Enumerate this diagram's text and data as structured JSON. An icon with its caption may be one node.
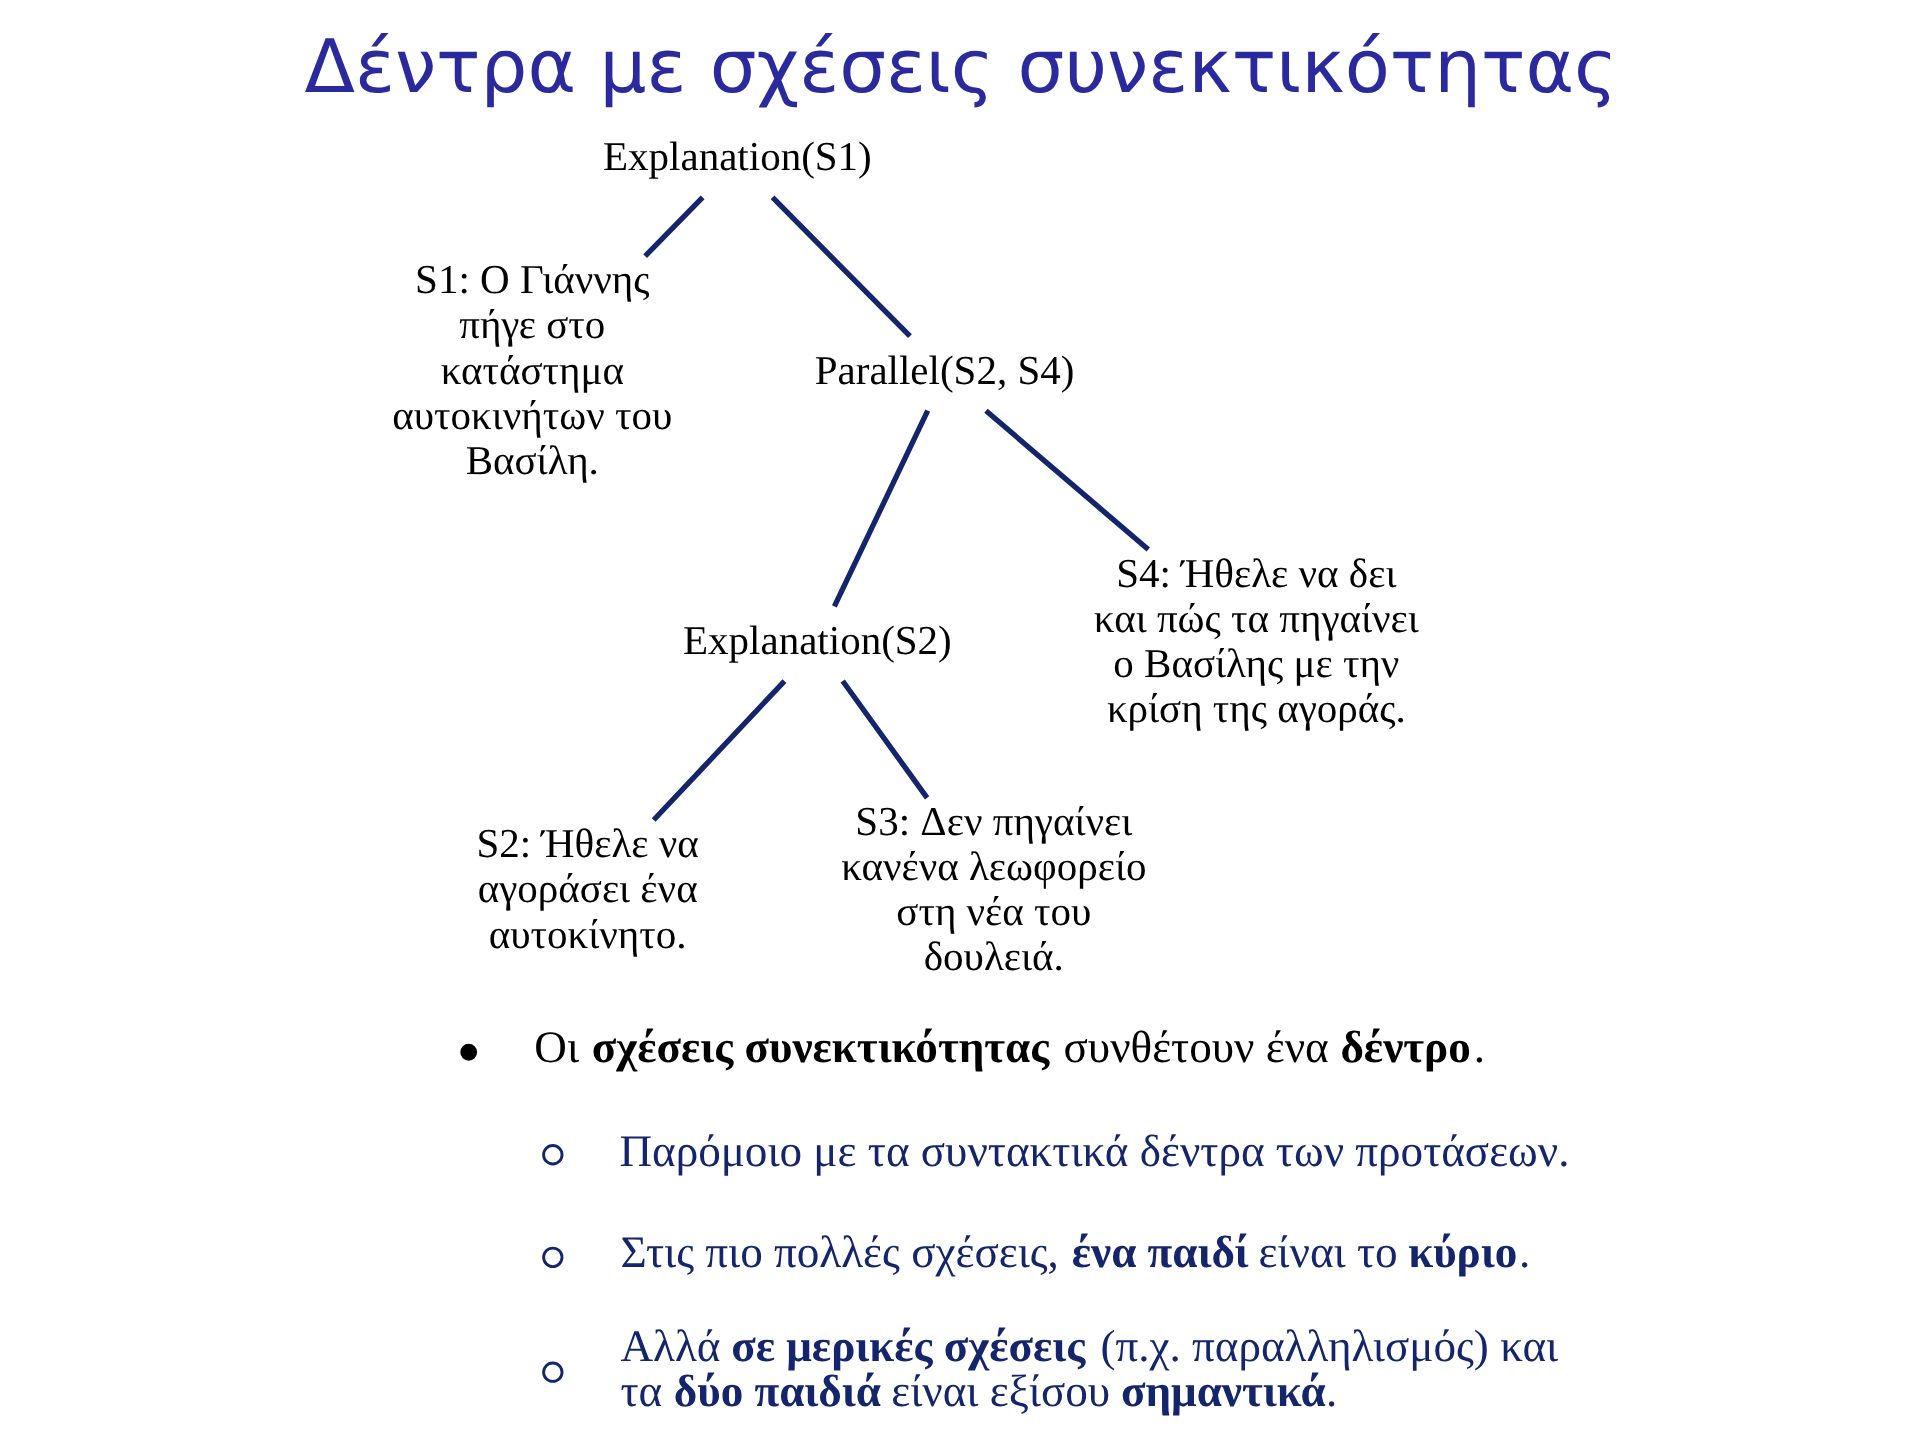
{
  "diagram": {
    "title": "Δέντρα με σχέσεις συνεκτικότητας",
    "nodes": [
      {
        "text": [
          "Explanation(S1)"
        ]
      },
      {
        "text": [
          "S1: Ο Γιάννης πήγε στο κατάστημα αυτοκινήτων του Βασίλη."
        ]
      },
      {
        "text": [
          "Parallel(S2, S4)"
        ]
      },
      {
        "text": [
          "Explanation(S2)"
        ]
      },
      {
        "text": [
          "S4: Ήθελε να δει και πώς τα πηγαίνει ο Βασίλης με την κρίση της αγοράς."
        ]
      },
      {
        "text": [
          "S2: Ήθελε να αγοράσει ένα αυτοκίνητο."
        ]
      },
      {
        "text": [
          "S3: Δεν πηγαίνει κανένα λεωφορείο στη νέα του δουλειά."
        ]
      }
    ],
    "edges": [
      {
        "from": 0,
        "to": 1,
        "arrow": "none"
      },
      {
        "from": 0,
        "to": 2,
        "arrow": "none"
      },
      {
        "from": 2,
        "to": 3,
        "arrow": "none"
      },
      {
        "from": 2,
        "to": 4,
        "arrow": "none"
      },
      {
        "from": 3,
        "to": 5,
        "arrow": "none"
      },
      {
        "from": 3,
        "to": 6,
        "arrow": "none"
      }
    ],
    "labels": [
      "Οι **σχέσεις συνεκτικότητας** συνθέτουν ένα **δέντρο**.",
      "Παρόμοιο με τα συντακτικά δέντρα των προτάσεων.",
      "Στις πιο πολλές σχέσεις, **ένα παιδί** είναι το **κύριο**.",
      "Αλλά **σε μερικές σχέσεις** (π.χ. παραλληλισμός) και τα **δύο παιδιά** είναι εξίσου **σημαντικά**."
    ]
  }
}
